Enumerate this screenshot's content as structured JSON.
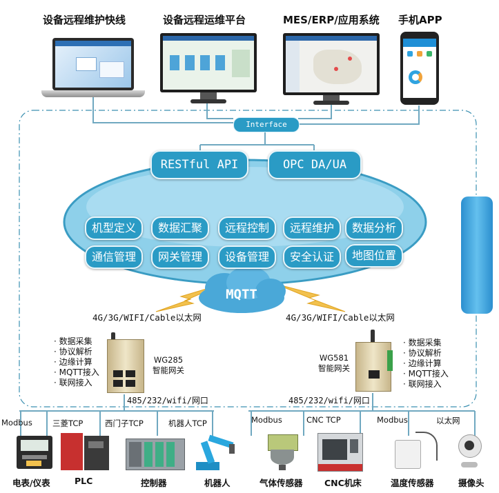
{
  "top_apps": [
    {
      "label": "设备远程维护快线"
    },
    {
      "label": "设备远程运维平台"
    },
    {
      "label": "MES/ERP/应用系统"
    },
    {
      "label": "手机APP"
    }
  ],
  "interface_label": "Interface",
  "apis": [
    {
      "label": "RESTful API"
    },
    {
      "label": "OPC DA/UA"
    }
  ],
  "platform_functions": [
    {
      "label": "机型定义"
    },
    {
      "label": "数据汇聚"
    },
    {
      "label": "远程控制"
    },
    {
      "label": "远程维护"
    },
    {
      "label": "数据分析"
    },
    {
      "label": "通信管理"
    },
    {
      "label": "网关管理"
    },
    {
      "label": "设备管理"
    },
    {
      "label": "安全认证"
    },
    {
      "label": "地图位置"
    }
  ],
  "mqtt_label": "MQTT",
  "network_left": "4G/3G/WIFI/Cable以太网",
  "network_right": "4G/3G/WIFI/Cable以太网",
  "gateway_left": {
    "model": "WG285",
    "name": "智能网关",
    "features": [
      "· 数据采集",
      "· 协议解析",
      "· 边缘计算",
      "· MQTT接入",
      "· 联网接入"
    ],
    "ports": "485/232/wifi/网口"
  },
  "gateway_right": {
    "model": "WG581",
    "name": "智能网关",
    "features": [
      "· 数据采集",
      "· 协议解析",
      "· 边缘计算",
      "· MQTT接入",
      "· 联网接入"
    ],
    "ports": "485/232/wifi/网口"
  },
  "protocols": [
    "Modbus",
    "三菱TCP",
    "西门子TCP",
    "机器人TCP",
    "Modbus",
    "CNC TCP",
    "Modbus",
    "以太网"
  ],
  "devices": [
    {
      "label": "电表/仪表"
    },
    {
      "label": "PLC"
    },
    {
      "label": "控制器"
    },
    {
      "label": "机器人"
    },
    {
      "label": "气体传感器"
    },
    {
      "label": "CNC机床"
    },
    {
      "label": "温度传感器"
    },
    {
      "label": "摄像头"
    }
  ],
  "colors": {
    "accent": "#2a9bc5",
    "ellipse": "#7ec8e4",
    "dashed": "#3a8fb0",
    "line": "#6fa8c0",
    "lightning": "#f2c14e"
  }
}
